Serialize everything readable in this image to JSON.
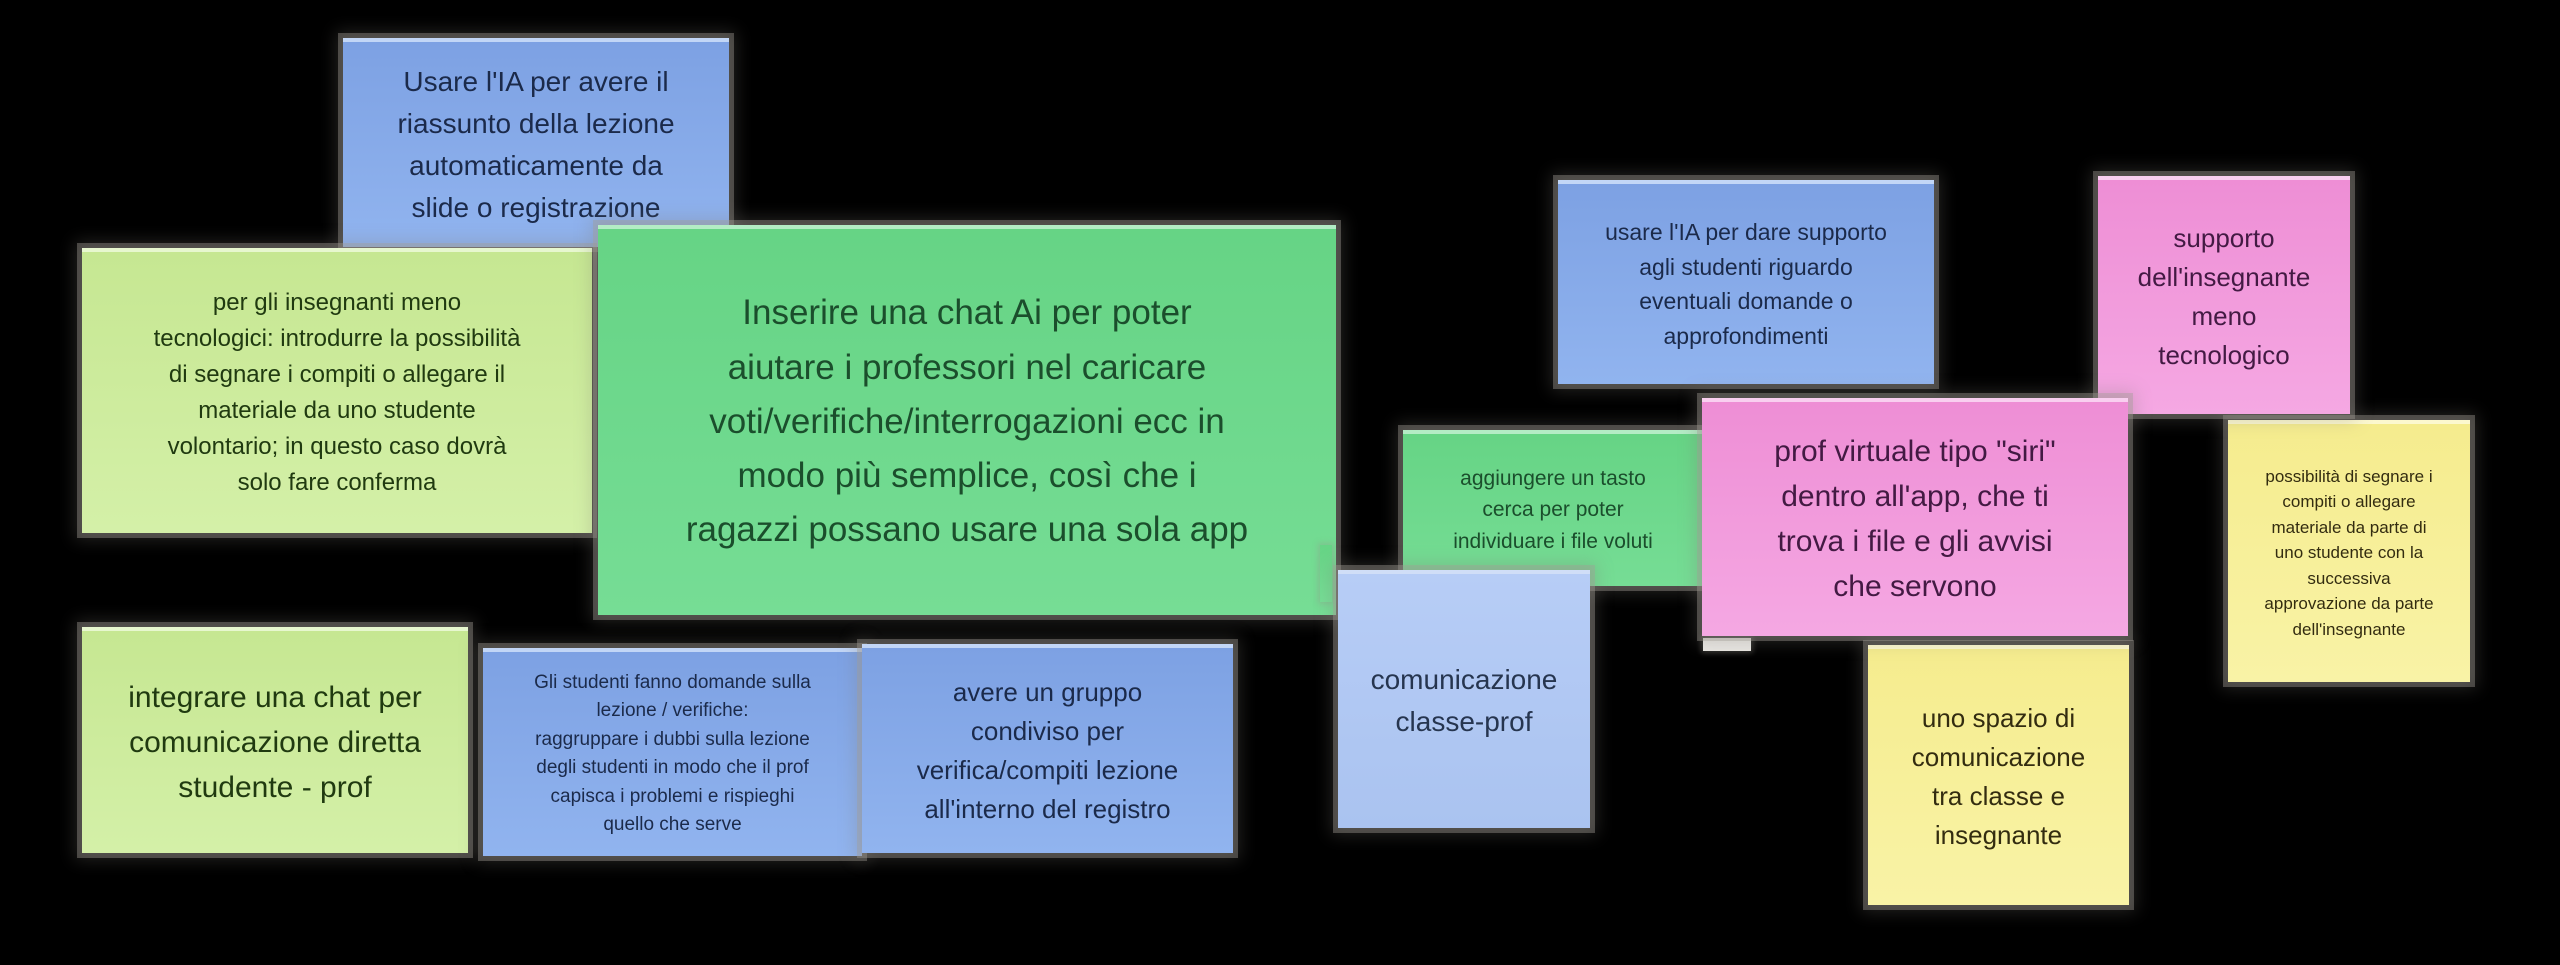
{
  "board": {
    "background": "#000000"
  },
  "palette": {
    "blue": {
      "bg": "#84a8e8",
      "fg": "#1b2a4a"
    },
    "pale_blue": {
      "bg": "#b2c9f3",
      "fg": "#26354f"
    },
    "green": {
      "bg": "#6dd88c",
      "fg": "#1b4e2c"
    },
    "yellow_green": {
      "bg": "#cdeb9e",
      "fg": "#203a10"
    },
    "pink": {
      "bg": "#f095da",
      "fg": "#431a43"
    },
    "yellow": {
      "bg": "#f6ee97",
      "fg": "#332c10"
    }
  },
  "notes": [
    {
      "color": "blue",
      "text": "Usare l'IA per avere il\nriassunto della lezione\nautomaticamente da\nslide o registrazione"
    },
    {
      "color": "yellow_green",
      "text": "per gli insegnanti meno\ntecnologici: introdurre la possibilità\ndi segnare i compiti o allegare il\nmateriale da uno studente\nvolontario; in questo caso dovrà\nsolo fare conferma"
    },
    {
      "color": "green",
      "text": "Inserire una chat Ai per poter\naiutare i professori nel caricare\nvoti/verifiche/interrogazioni ecc in\nmodo più semplice, così che i\nragazzi possano usare una sola app"
    },
    {
      "color": "blue",
      "text": "usare l'IA per dare supporto\nagli studenti riguardo\neventuali domande o\napprofondimenti"
    },
    {
      "color": "pink",
      "text": "supporto\ndell'insegnante\nmeno\ntecnologico"
    },
    {
      "color": "green",
      "text": "aggiungere un tasto\ncerca per poter\nindividuare i file voluti"
    },
    {
      "color": "pink",
      "text": "prof virtuale tipo \"siri\"\ndentro all'app, che ti\ntrova i file e gli avvisi\nche servono"
    },
    {
      "color": "yellow",
      "text": "possibilità di segnare i\ncompiti o allegare\nmateriale da parte di\nuno studente con la\nsuccessiva\napprovazione da parte\ndell'insegnante"
    },
    {
      "color": "pale_blue",
      "text": "comunicazione\nclasse-prof"
    },
    {
      "color": "yellow",
      "text": "uno spazio di\ncomunicazione\ntra classe e\ninsegnante"
    },
    {
      "color": "yellow_green",
      "text": "integrare una chat per\ncomunicazione diretta\nstudente - prof"
    },
    {
      "color": "blue",
      "text": "Gli studenti fanno domande sulla\nlezione / verifiche:\nraggruppare i dubbi sulla lezione\ndegli studenti in modo che il prof\ncapisca i problemi e rispieghi\nquello che serve"
    },
    {
      "color": "blue",
      "text": "avere un gruppo\ncondiviso per\nverifica/compiti lezione\nall'interno del registro"
    }
  ],
  "hidden_note_edges": [
    {
      "color": "green"
    },
    {
      "color": "white"
    }
  ]
}
